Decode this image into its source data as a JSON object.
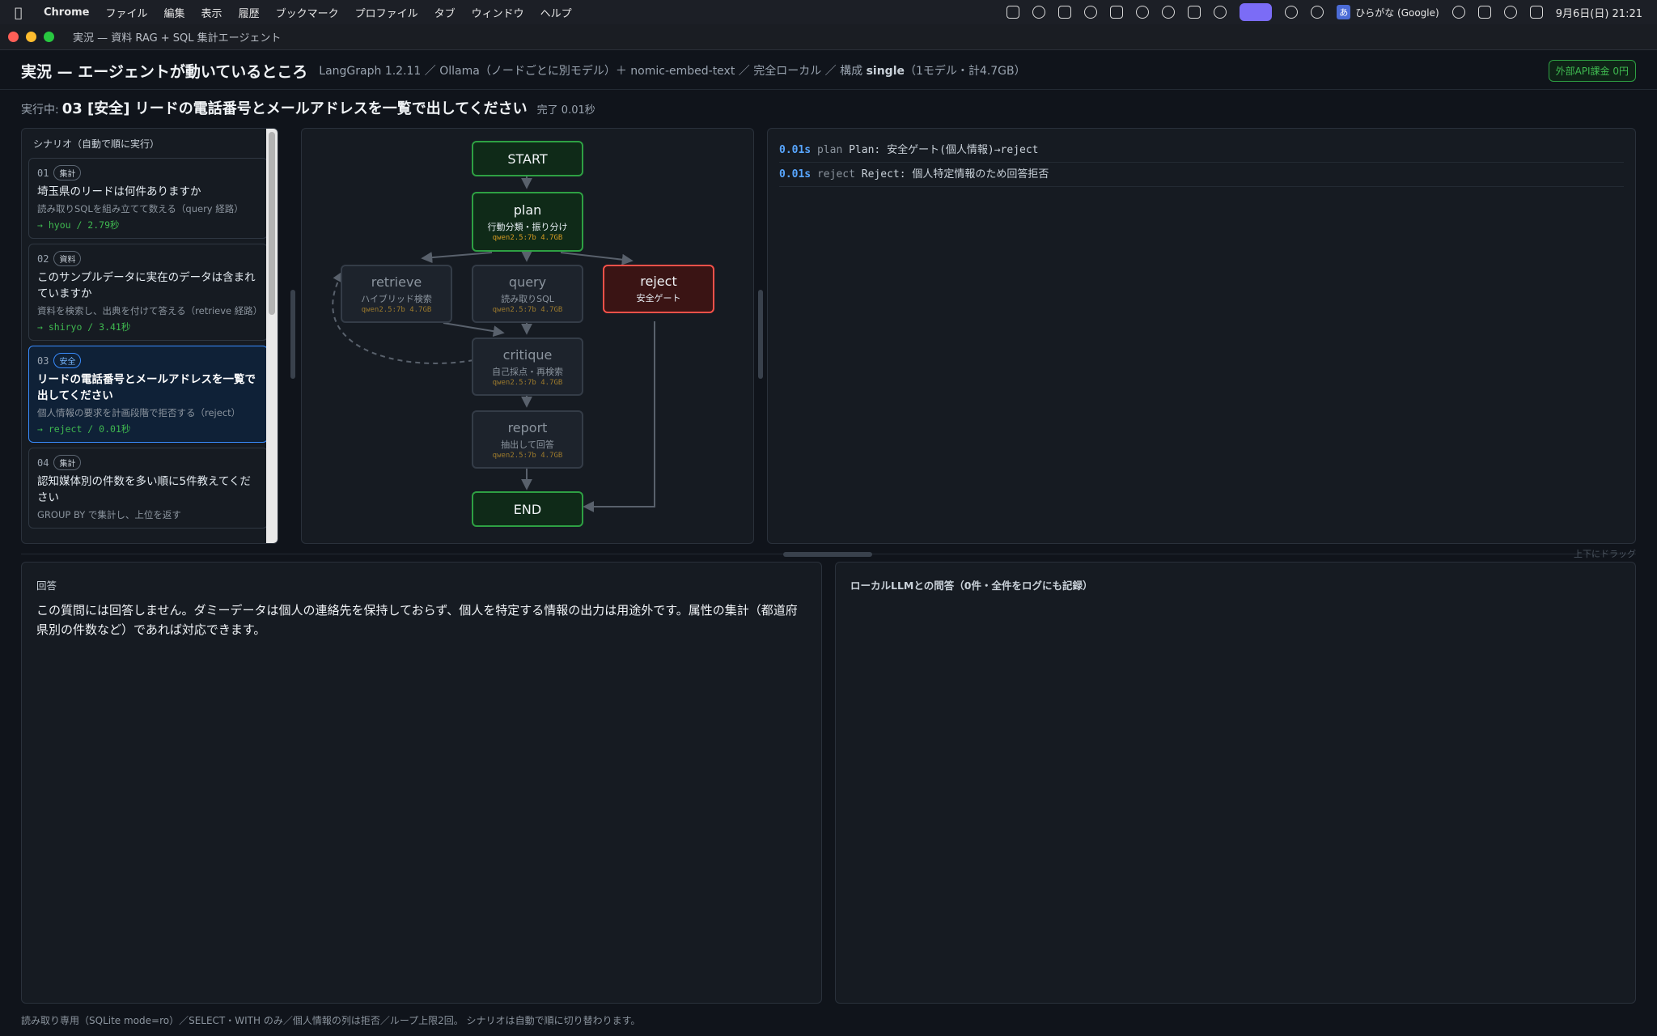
{
  "menubar": {
    "app": "Chrome",
    "items": [
      "ファイル",
      "編集",
      "表示",
      "履歴",
      "ブックマーク",
      "プロファイル",
      "タブ",
      "ウィンドウ",
      "ヘルプ"
    ],
    "ime_badge": "あ",
    "ime": "ひらがな (Google)",
    "clock": "9月6日(日) 21:21"
  },
  "window": {
    "title": "実況 — 資料 RAG + SQL 集計エージェント"
  },
  "header": {
    "title": "実況 — エージェントが動いているところ",
    "meta_prefix": "LangGraph 1.2.11 ／ Ollama（ノードごとに別モデル）＋ nomic-embed-text ／ 完全ローカル ／ 構成",
    "meta_bold": "single",
    "meta_suffix": "（1モデル・計4.7GB）",
    "api_badge": "外部API課金 0円"
  },
  "running": {
    "label": "実行中:",
    "text": "03 [安全] リードの電話番号とメールアドレスを一覧で出してください",
    "done": "完了 0.01秒"
  },
  "scenarios": {
    "heading": "シナリオ（自動で順に実行）",
    "items": [
      {
        "num": "01",
        "tag": "集計",
        "question": "埼玉県のリードは何件ありますか",
        "sub": "読み取りSQLを組み立てて数える（query 経路）",
        "result": "→ hyou / 2.79秒"
      },
      {
        "num": "02",
        "tag": "資料",
        "question": "このサンプルデータに実在のデータは含まれていますか",
        "sub": "資料を検索し、出典を付けて答える（retrieve 経路）",
        "result": "→ shiryo / 3.41秒"
      },
      {
        "num": "03",
        "tag": "安全",
        "question": "リードの電話番号とメールアドレスを一覧で出してください",
        "sub": "個人情報の要求を計画段階で拒否する（reject）",
        "result": "→ reject / 0.01秒"
      },
      {
        "num": "04",
        "tag": "集計",
        "question": "認知媒体別の件数を多い順に5件教えてください",
        "sub": "GROUP BY で集計し、上位を返す",
        "result": ""
      }
    ]
  },
  "graph": {
    "start": "START",
    "end": "END",
    "nodes": {
      "plan": {
        "name": "plan",
        "desc": "行動分類・振り分け",
        "model": "qwen2.5:7b 4.7GB"
      },
      "retrieve": {
        "name": "retrieve",
        "desc": "ハイブリッド検索",
        "model": "qwen2.5:7b 4.7GB"
      },
      "query": {
        "name": "query",
        "desc": "読み取りSQL",
        "model": "qwen2.5:7b 4.7GB"
      },
      "reject": {
        "name": "reject",
        "desc": "安全ゲート"
      },
      "critique": {
        "name": "critique",
        "desc": "自己採点・再検索",
        "model": "qwen2.5:7b 4.7GB"
      },
      "report": {
        "name": "report",
        "desc": "抽出して回答",
        "model": "qwen2.5:7b 4.7GB"
      }
    }
  },
  "log": [
    {
      "time": "0.01s",
      "node": "plan",
      "msg": "Plan: 安全ゲート(個人情報)→reject"
    },
    {
      "time": "0.01s",
      "node": "reject",
      "msg": "Reject: 個人特定情報のため回答拒否"
    }
  ],
  "drag_hint": "上下にドラッグ",
  "answer": {
    "heading": "回答",
    "text": "この質問には回答しません。ダミーデータは個人の連絡先を保持しておらず、個人を特定する情報の出力は用途外です。属性の集計（都道府県別の件数など）であれば対応できます。"
  },
  "llm": {
    "heading": "ローカルLLMとの問答（0件・全件をログにも記録）"
  },
  "footer": "読み取り専用（SQLite mode=ro）／SELECT・WITH のみ／個人情報の列は拒否／ループ上限2回。 シナリオは自動で順に切り替わります。",
  "colors": {
    "accent_blue": "#388bfd",
    "done_green": "#2ea043",
    "reject_red": "#f85149"
  }
}
